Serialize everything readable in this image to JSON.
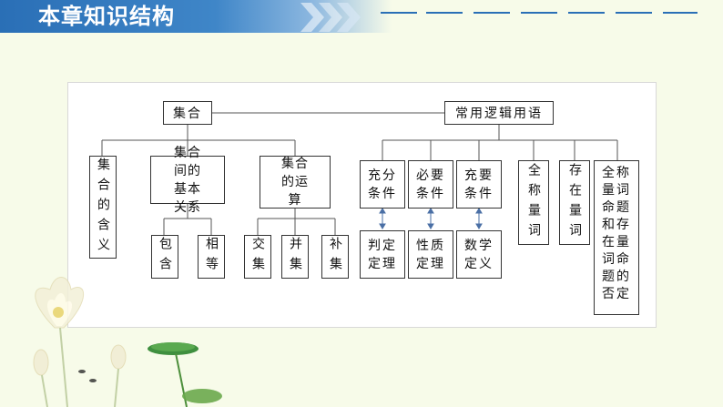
{
  "header": {
    "title": "本章知识结构"
  },
  "diagram": {
    "root_left": "集合",
    "root_right": "常用逻辑用语",
    "set": {
      "meaning": "集合的含义",
      "relations": "集合间的基本关系",
      "operations": "集合的运算",
      "containment": "包含",
      "equality": "相等",
      "intersection": "交集",
      "union": "并集",
      "complement": "补集"
    },
    "logic": {
      "sufficient": "充分条件",
      "necessary": "必要条件",
      "sufficient_necessary": "充要条件",
      "decision_theorem": "判定定理",
      "property_theorem": "性质定理",
      "math_definition": "数学定义",
      "universal": "全称量词",
      "existential": "存在量词",
      "negation": "全称量词命题和存在量词命题的否定"
    }
  },
  "colors": {
    "header_blue": "#2a6fb6",
    "background": "#f7fbe9",
    "line": "#555555",
    "arrow": "#4a6fa5"
  }
}
